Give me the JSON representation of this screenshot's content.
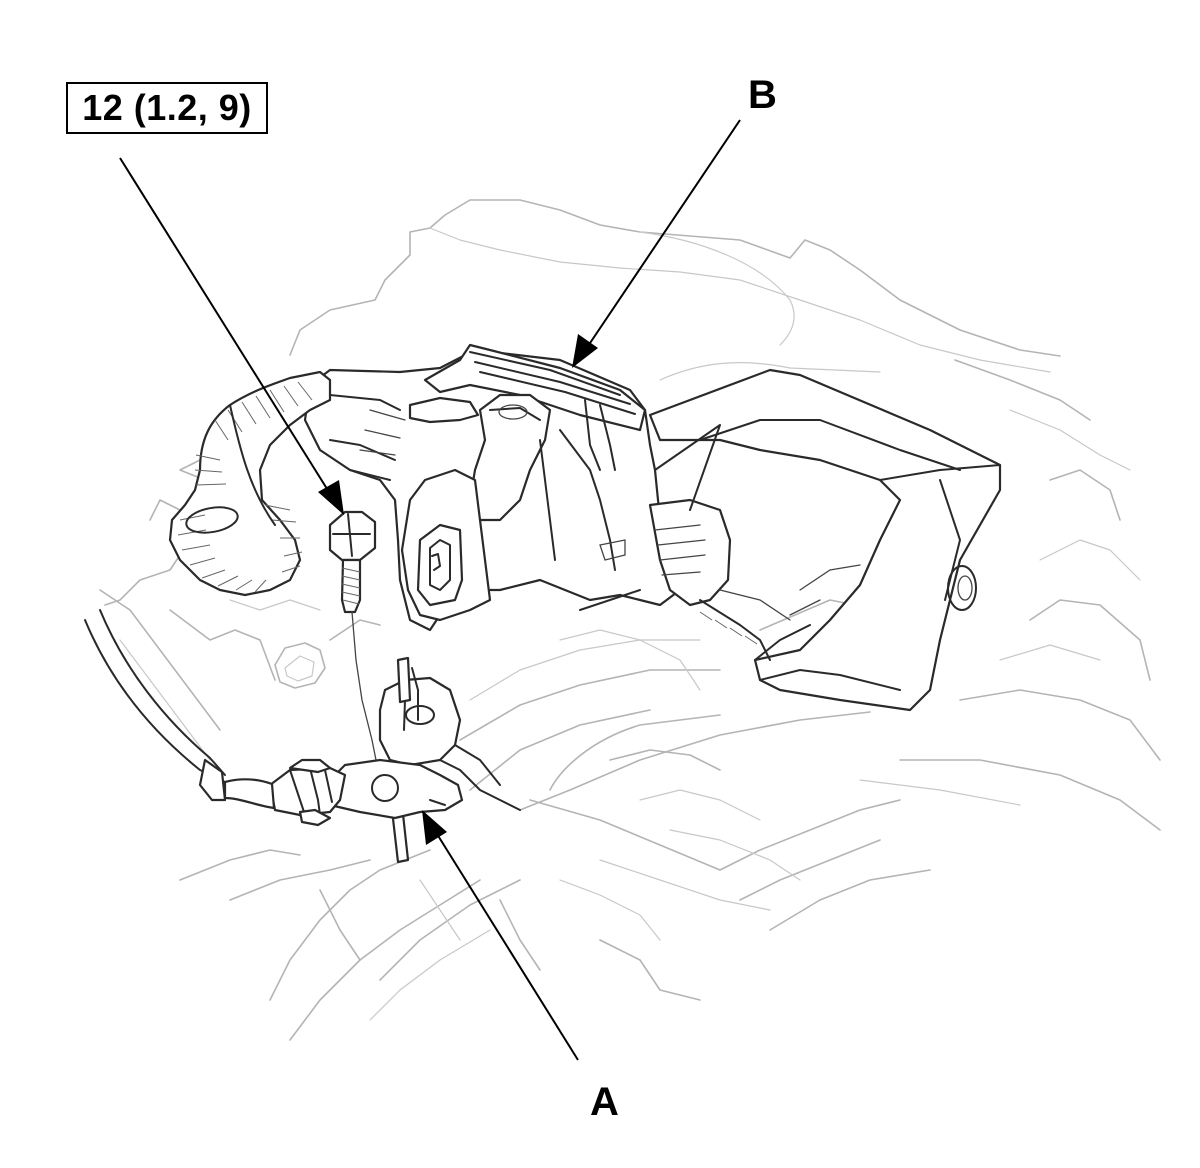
{
  "torque_spec": "12 (1.2, 9)",
  "callouts": {
    "a": "A",
    "b": "B"
  },
  "colors": {
    "line": "#000000",
    "part_outline": "#2a2a2a",
    "background_outline": "#b4b4b4",
    "background": "#ffffff"
  }
}
